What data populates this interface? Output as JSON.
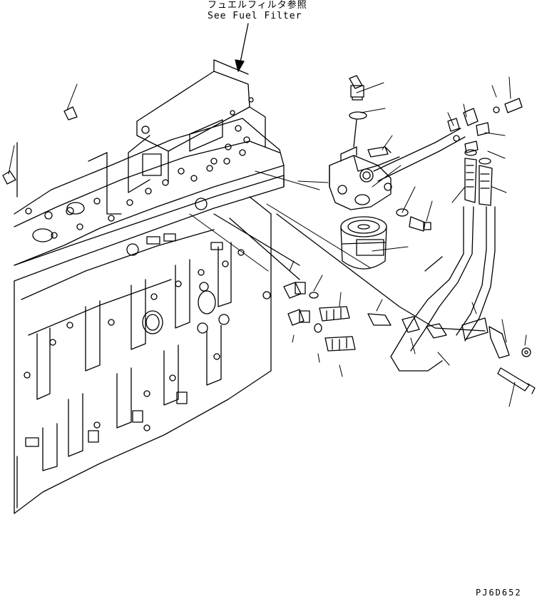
{
  "reference": {
    "japanese": "フュエルフィルタ参照",
    "english": "See Fuel Filter"
  },
  "drawing_code": "PJ6D652",
  "colors": {
    "ink": "#000000",
    "paper": "#ffffff"
  }
}
